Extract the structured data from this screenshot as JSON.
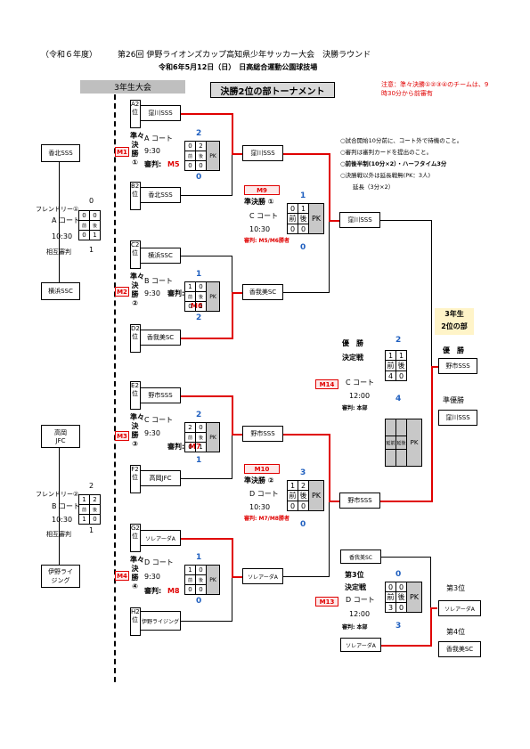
{
  "header": {
    "year": "（令和６年度）",
    "title": "第26回 伊野ライオンズカップ高知県少年サッカー大会　決勝ラウンド",
    "date_venue": "令和6年5月12日（日）　日高総合運動公園球技場",
    "section_label": "3年生大会",
    "bracket_title": "決勝2位の部トーナメント",
    "notice": "注意：準々決勝①②③④のチームは、9時30分から前審有"
  },
  "notes": [
    "○試合開始10分前に、コート外で待機のこと。",
    "○審判は審判カードを提出のこと。",
    "○前後半制(10分×2）・ハーフタイム3分",
    "○決勝戦以外は延長戦無(PK：3人)",
    "延長（3分×2）"
  ],
  "sidebar_teams": {
    "t1": "香北SSS",
    "t2": "横浜SSC",
    "t3": "高岡\nJFC",
    "t4": "伊野ライ\nジング"
  },
  "friendlies": [
    {
      "label": "フレンドリー①",
      "court": "A コート",
      "time": "10:30",
      "ref": "相互審判",
      "top": "0",
      "r1": [
        "0",
        "0"
      ],
      "r2": [
        "0",
        "1"
      ],
      "bottom": "1"
    },
    {
      "label": "フレンドリー②",
      "court": "B コート",
      "time": "10:30",
      "ref": "相互審判",
      "top": "2",
      "r1": [
        "1",
        "2"
      ],
      "r2": [
        "1",
        "0"
      ],
      "bottom": "1"
    }
  ],
  "qf": [
    {
      "tag": "M1",
      "round": "準々決勝①",
      "court": "A コート",
      "time": "9:30",
      "ref_label": "審判:",
      "ref": "M5",
      "slot_a": "A2位",
      "team_a": "窪川SSS",
      "slot_b": "B2位",
      "team_b": "香北SSS",
      "score_a": "2",
      "score_b": "0",
      "r1": [
        "0",
        "2"
      ],
      "r2": [
        "0",
        "0"
      ]
    },
    {
      "tag": "M2",
      "round": "準々決勝②",
      "court": "B コート",
      "time": "9:30",
      "ref_label": "審判:",
      "ref": "M6",
      "slot_a": "C2位",
      "team_a": "横浜SSC",
      "slot_b": "D2位",
      "team_b": "香我美SC",
      "score_a": "1",
      "score_b": "2",
      "r1": [
        "1",
        "0"
      ],
      "r2": [
        "0",
        "2"
      ]
    },
    {
      "tag": "M3",
      "round": "準々決勝③",
      "court": "C コート",
      "time": "9:30",
      "ref_label": "審判:",
      "ref": "M7",
      "slot_a": "E2位",
      "team_a": "野市SSS",
      "slot_b": "F2位",
      "team_b": "高岡JFC",
      "score_a": "2",
      "score_b": "1",
      "r1": [
        "2",
        "0"
      ],
      "r2": [
        "0",
        "1"
      ]
    },
    {
      "tag": "M4",
      "round": "準々決勝④",
      "court": "D コート",
      "time": "9:30",
      "ref_label": "審判:",
      "ref": "M8",
      "slot_a": "G2位",
      "team_a": "ソレアーダA",
      "slot_b": "H2位",
      "team_b": "伊野ライジング",
      "score_a": "1",
      "score_b": "0",
      "r1": [
        "1",
        "0"
      ],
      "r2": [
        "0",
        "0"
      ]
    }
  ],
  "qf_winners": [
    "窪川SSS",
    "香我美SC",
    "野市SSS",
    "ソレアーダA"
  ],
  "sf": [
    {
      "tag": "M9",
      "round": "準決勝 ①",
      "court": "C コート",
      "time": "10:30",
      "ref": "審判: M5/M6勝者",
      "score_a": "1",
      "score_b": "0",
      "r1": [
        "0",
        "1"
      ],
      "r2": [
        "0",
        "0"
      ],
      "h1": "前",
      "h2": "後",
      "pk": "PK"
    },
    {
      "tag": "M10",
      "round": "準決勝 ②",
      "court": "D コート",
      "time": "10:30",
      "ref": "審判: M7/M8勝者",
      "score_a": "3",
      "score_b": "0",
      "r1": [
        "1",
        "2"
      ],
      "r2": [
        "0",
        "0"
      ],
      "h1": "前",
      "h2": "後",
      "pk": "PK"
    }
  ],
  "sf_winners": [
    "窪川SSS",
    "野市SSS"
  ],
  "final": {
    "tag": "M14",
    "title1": "優　勝",
    "title2": "決定戦",
    "court": "C コート",
    "time": "12:00",
    "ref": "審判: 本部",
    "score_a": "2",
    "score_b": "4",
    "r1": [
      "1",
      "1"
    ],
    "r2": [
      "4",
      "0"
    ],
    "h1": "前",
    "h2": "後",
    "pk1": "延前",
    "pk2": "延後",
    "pk": "PK"
  },
  "third": {
    "tag": "M13",
    "title1": "第3位",
    "title2": "決定戦",
    "court": "D コート",
    "time": "12:00",
    "ref": "審判: 本部",
    "score_a": "0",
    "score_b": "3",
    "r1": [
      "0",
      "0"
    ],
    "r2": [
      "3",
      "0"
    ],
    "h1": "前",
    "h2": "後",
    "pk": "PK",
    "team_a": "香我美SC",
    "team_b": "ソレアーダA"
  },
  "results": {
    "division": "3年生\n2位の部",
    "champion_label": "優　勝",
    "champion": "野市SSS",
    "runnerup_label": "準優勝",
    "runnerup": "窪川SSS",
    "third_label": "第3位",
    "third": "ソレアーダA",
    "fourth_label": "第4位",
    "fourth": "香我美SC"
  },
  "colors": {
    "accent_red": "#e00000",
    "score_blue": "#1f5fbf",
    "shade": "#c8c8c8"
  }
}
